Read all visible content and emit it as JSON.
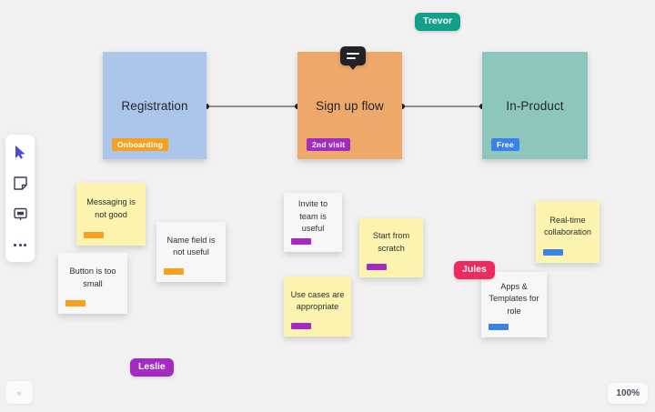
{
  "app": {
    "zoom_level": "100%",
    "expand_label": "»"
  },
  "toolbar": {
    "items": [
      {
        "name": "select-tool",
        "icon": "cursor-arrow-icon",
        "active": true
      },
      {
        "name": "note-tool",
        "icon": "sticky-note-icon",
        "active": false
      },
      {
        "name": "comment-tool",
        "icon": "comment-icon",
        "active": false
      },
      {
        "name": "more-tool",
        "icon": "more-dots-icon",
        "active": false
      }
    ]
  },
  "flow": {
    "cards": [
      {
        "title": "Registration",
        "tag": "Onboarding",
        "fill": "#abc6ea",
        "tag_color": "#f5a01e"
      },
      {
        "title": "Sign up flow",
        "tag": "2nd visit",
        "fill": "#eea86a",
        "tag_color": "#a32bc0"
      },
      {
        "title": "In-Product",
        "tag": "Free",
        "fill": "#8cc6bd",
        "tag_color": "#3b82e8"
      }
    ]
  },
  "notes": [
    {
      "text": "Messaging is not good",
      "color": "yellow",
      "tag_color": "#f5a01e"
    },
    {
      "text": "Name field is not useful",
      "color": "white",
      "tag_color": "#f5a01e"
    },
    {
      "text": "Button is too small",
      "color": "white",
      "tag_color": "#f5a01e"
    },
    {
      "text": "Invite to team is useful",
      "color": "white",
      "tag_color": "#a32bc0"
    },
    {
      "text": "Start from scratch",
      "color": "yellow",
      "tag_color": "#a32bc0"
    },
    {
      "text": "Use cases are appropriate",
      "color": "yellow",
      "tag_color": "#a32bc0"
    },
    {
      "text": "Real-time collaboration",
      "color": "yellow",
      "tag_color": "#3b82e8"
    },
    {
      "text": "Apps  & Templates for role",
      "color": "white",
      "tag_color": "#3b82e8"
    }
  ],
  "collaborators": [
    {
      "name": "Trevor",
      "color": "#13a08b"
    },
    {
      "name": "Jules",
      "color": "#ef2a5e"
    },
    {
      "name": "Leslie",
      "color": "#a32bc0"
    }
  ]
}
